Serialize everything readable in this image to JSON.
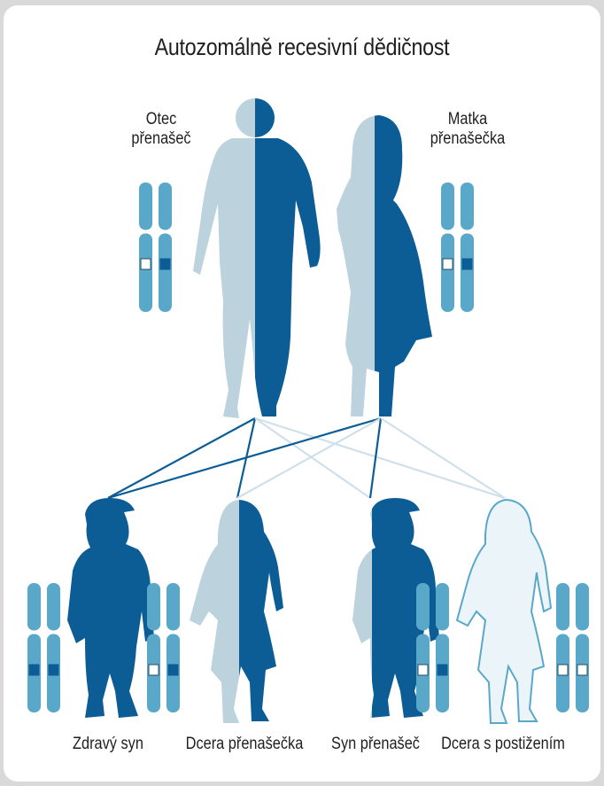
{
  "title": "Autozomálně recesivní dědičnost",
  "parents": [
    {
      "line1": "Otec",
      "line2": "přenašeč"
    },
    {
      "line1": "Matka",
      "line2": "přenašečka"
    }
  ],
  "children": [
    {
      "label": "Zdravý syn"
    },
    {
      "label": "Dcera přenašečka"
    },
    {
      "label": "Syn přenašeč"
    },
    {
      "label": "Dcera s postižením"
    }
  ],
  "colors": {
    "normal_allele": "#bcd3de",
    "recessive_allele": "#0c5c96",
    "chromosome": "#5aa8c9",
    "affected_fill": "#eaf4f9",
    "line_dark": "#0c5c96",
    "line_light": "#cfe0ea"
  }
}
